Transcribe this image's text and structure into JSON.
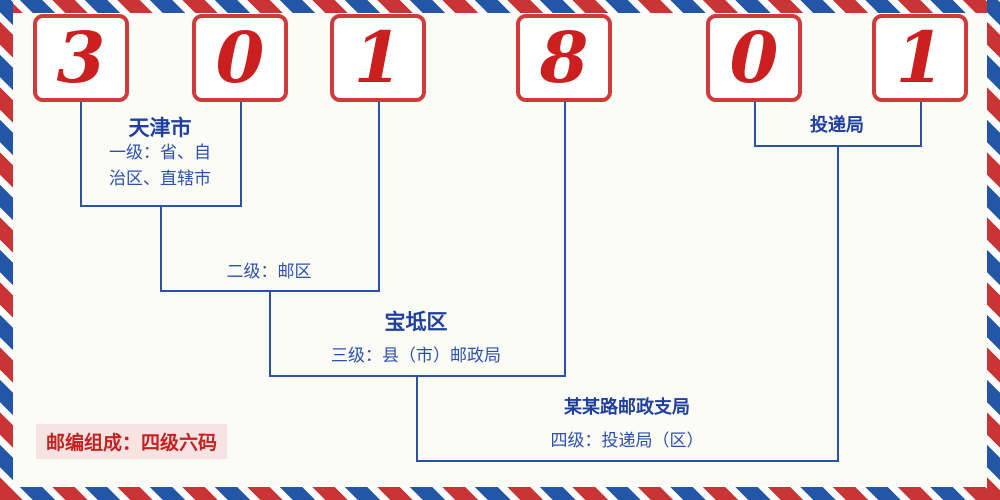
{
  "postal_code": {
    "value": "301801",
    "digits": [
      "3",
      "0",
      "1",
      "8",
      "0",
      "1"
    ]
  },
  "labels": {
    "level1_name": "天津市",
    "level1_desc": "一级：省、自治区、直辖市",
    "level2_desc": "二级：邮区",
    "level3_name": "宝坻区",
    "level3_desc": "三级：县（市）邮政局",
    "level4_name": "某某路邮政支局",
    "level4_desc": "四级：投递局（区）",
    "delivery_office": "投递局",
    "footer_note": "邮编组成：四级六码"
  },
  "colors": {
    "background": "#fcfcf6",
    "digit_red": "#cc1f1f",
    "box_border_red": "#cf3a3a",
    "line_blue": "#2b50ae",
    "name_navy": "#1e3f9e",
    "desc_blue": "#2b50ae",
    "footer_red": "#c42222",
    "footer_bg": "#f8e3e3",
    "stripe_red": "#c93434",
    "stripe_blue": "#2456a8"
  }
}
